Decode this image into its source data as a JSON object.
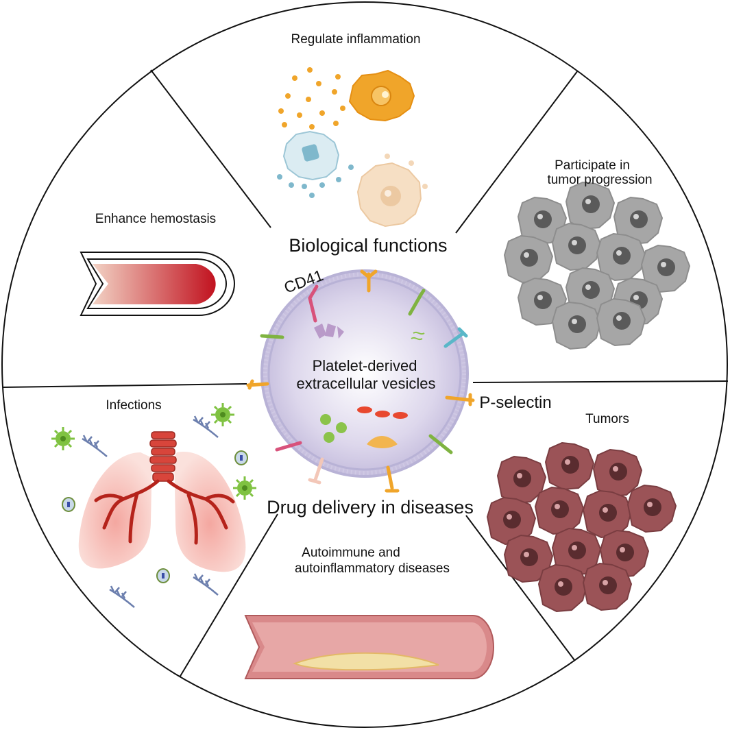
{
  "center": {
    "title_line1": "Platelet-derived",
    "title_line2": "extracellular vesicles",
    "marker_top": "CD41",
    "marker_right": "P-selectin"
  },
  "sections": {
    "top_header": "Biological functions",
    "bottom_header": "Drug delivery in diseases"
  },
  "segments": {
    "inflammation": "Regulate inflammation",
    "tumor_progression_line1": "Participate in",
    "tumor_progression_line2": "tumor progression",
    "hemostasis": "Enhance hemostasis",
    "infections": "Infections",
    "tumors": "Tumors",
    "autoimmune_line1": "Autoimmune and",
    "autoimmune_line2": "autoinflammatory diseases"
  },
  "colors": {
    "vesicle_membrane": "#b8b2d6",
    "vesicle_core": "#c9c0df",
    "inflammation_orange": "#f0a52a",
    "inflammation_blue": "#7fb8cc",
    "inflammation_peach": "#f3d7b8",
    "tumor_gray": "#a9a9a9",
    "tumor_maroon": "#9b5357",
    "vessel_red": "#c1282d",
    "lung_pink": "#f6c3bd",
    "virus_green": "#7fc241"
  }
}
